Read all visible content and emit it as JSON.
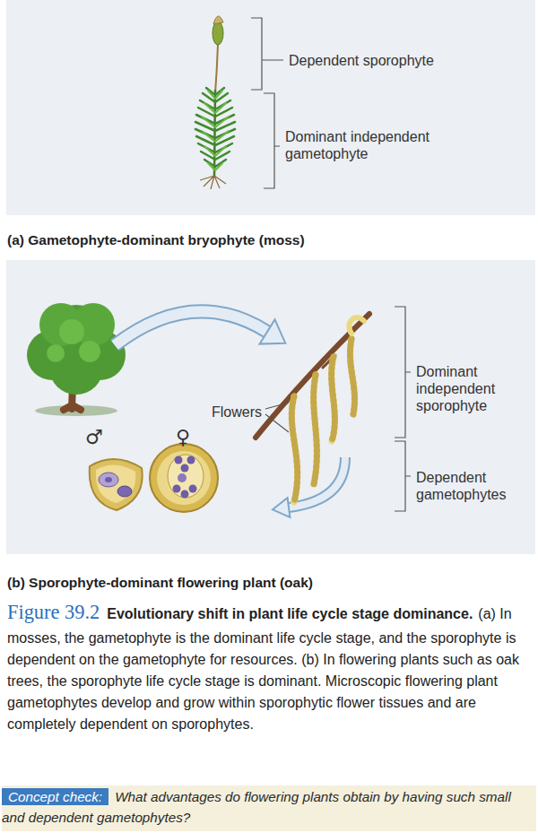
{
  "diagram": {
    "caption": "(a) In mosses, the gametophyte is the dominant life cycle stage, and the sporophyte is dependent on the gametophyte for resources. (b) In flowering plants such as oak trees, the sporophyte life cycle stage is dominant. Microscopic flowering plant gametophytes develop and grow within sporophytic flower tissues and are completely dependent on sporophytes.",
    "nodes": [
      {
        "text": [
          "(a) Gametophyte-dominant bryophyte (moss)"
        ]
      },
      {
        "text": [
          "(b) Sporophyte-dominant flowering plant (oak)"
        ]
      },
      {
        "text": [
          "Concept check:",
          "What advantages do flowering plants obtain by having such small and dependent gametophytes?"
        ]
      }
    ],
    "labels": [
      "Dependent sporophyte",
      "Dominant independent gametophyte",
      "Flowers",
      "♂",
      "♀",
      "Dominant independent sporophyte",
      "Dependent gametophytes",
      "Figure 39.2",
      "Evolutionary shift in plant life cycle stage dominance."
    ]
  }
}
